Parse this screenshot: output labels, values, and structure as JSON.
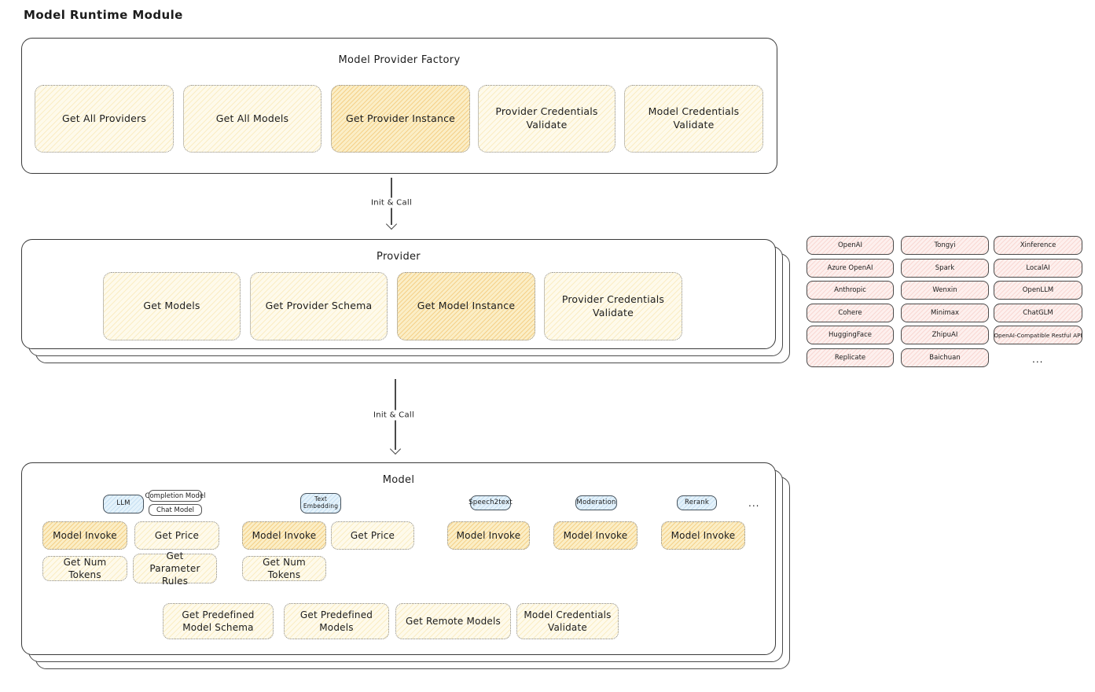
{
  "page_title": "Model Runtime Module",
  "colors": {
    "yellow_fill": "#fefaeb",
    "orange_highlight_fill": "#fbeec6",
    "blue_tab_fill": "#e4f2fb",
    "pink_chip_fill": "#fdf0ee",
    "outline": "#3a3a3a"
  },
  "arrows": {
    "factory_to_provider": "Init & Call",
    "provider_to_model": "Init & Call"
  },
  "factory": {
    "title": "Model Provider Factory",
    "buttons": [
      {
        "label": "Get All Providers",
        "highlight": false
      },
      {
        "label": "Get All Models",
        "highlight": false
      },
      {
        "label": "Get Provider Instance",
        "highlight": true
      },
      {
        "label": "Provider Credentials Validate",
        "highlight": false
      },
      {
        "label": "Model Credentials Validate",
        "highlight": false
      }
    ]
  },
  "provider": {
    "title": "Provider",
    "buttons": [
      {
        "label": "Get Models",
        "highlight": false
      },
      {
        "label": "Get Provider Schema",
        "highlight": false
      },
      {
        "label": "Get Model Instance",
        "highlight": true
      },
      {
        "label": "Provider Credentials Validate",
        "highlight": false
      }
    ]
  },
  "provider_list": {
    "columns": [
      [
        "OpenAI",
        "Azure OpenAI",
        "Anthropic",
        "Cohere",
        "HuggingFace",
        "Replicate"
      ],
      [
        "Tongyi",
        "Spark",
        "Wenxin",
        "Minimax",
        "ZhipuAI",
        "Baichuan"
      ],
      [
        "Xinference",
        "LocalAI",
        "OpenLLM",
        "ChatGLM",
        "OpenAI-Compatible Restful API"
      ]
    ],
    "more": "..."
  },
  "model": {
    "title": "Model",
    "tabs": {
      "llm": "LLM",
      "completion": "Completion Model",
      "chat": "Chat Model",
      "text_embedding": "Text Embedding",
      "speech2text": "Speech2text",
      "moderation": "Moderation",
      "rerank": "Rerank",
      "more": "..."
    },
    "buttons": {
      "model_invoke": "Model Invoke",
      "get_price": "Get Price",
      "get_num_tokens": "Get Num Tokens",
      "get_parameter_rules": "Get Parameter Rules",
      "get_predefined_model_schema": "Get Predefined Model Schema",
      "get_predefined_models": "Get Predefined Models",
      "get_remote_models": "Get Remote Models",
      "model_credentials_validate": "Model Credentials Validate"
    }
  }
}
